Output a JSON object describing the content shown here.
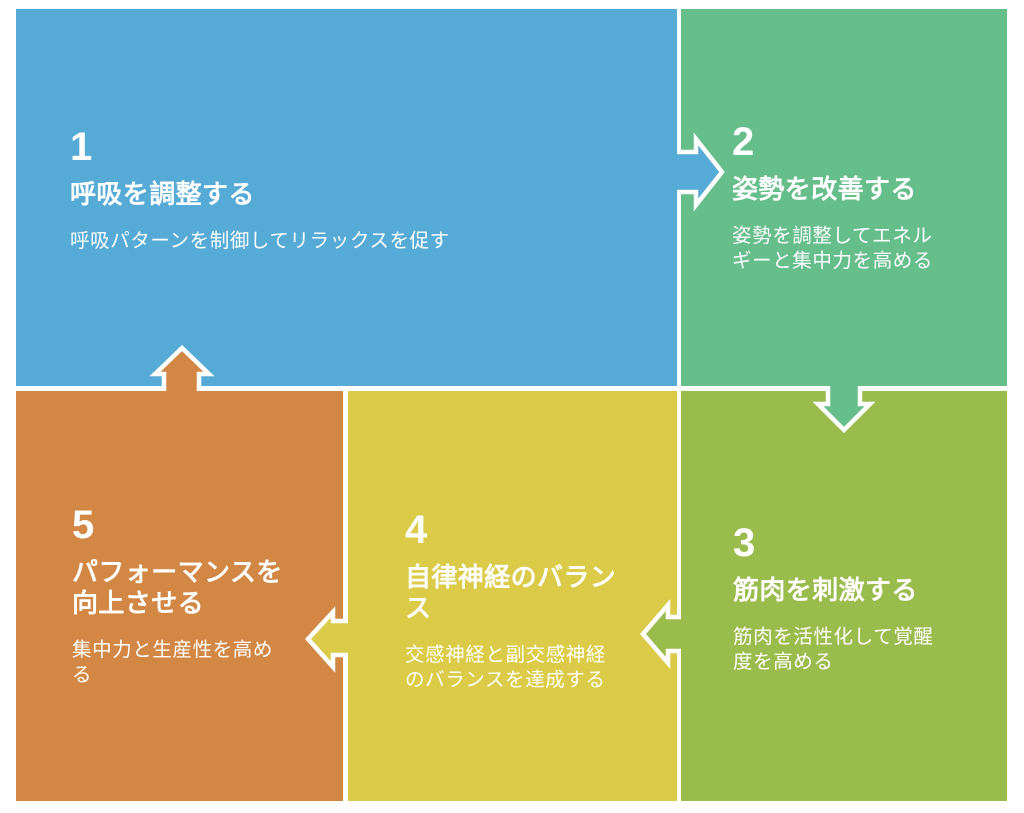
{
  "figure": {
    "type": "process-flow",
    "step_count": 5,
    "background": "#FFFFFF",
    "text_color": "#FFFFFF",
    "outline_color": "#FFFFFF"
  },
  "steps": [
    {
      "number": "1",
      "title": "呼吸を調整する",
      "description": "呼吸パターンを制御してリラックスを促す",
      "color": "#55AAD6"
    },
    {
      "number": "2",
      "title": "姿勢を改善する",
      "description": "姿勢を調整してエネル\nギーと集中力を高める",
      "color": "#66BE8B"
    },
    {
      "number": "3",
      "title": "筋肉を刺激する",
      "description": "筋肉を活性化して覚醒\n度を高める",
      "color": "#9ABC4D"
    },
    {
      "number": "4",
      "title": "自律神経のバラン\nス",
      "description": "交感神経と副交感神経\nのバランスを達成する",
      "color": "#DBCB49"
    },
    {
      "number": "5",
      "title": "パフォーマンスを\n向上させる",
      "description": "集中力と生産性を高め\nる",
      "color": "#D28844"
    }
  ],
  "arrows": [
    {
      "name": "arrow-1-to-2",
      "direction": "right",
      "from": "1",
      "to": "2",
      "color": "#55AAD6"
    },
    {
      "name": "arrow-2-to-3",
      "direction": "down",
      "from": "2",
      "to": "3",
      "color": "#66BE8B"
    },
    {
      "name": "arrow-3-to-4",
      "direction": "left",
      "from": "3",
      "to": "4",
      "color": "#9ABC4D"
    },
    {
      "name": "arrow-4-to-5",
      "direction": "left",
      "from": "4",
      "to": "5",
      "color": "#DBCB49"
    },
    {
      "name": "arrow-5-to-1",
      "direction": "up",
      "from": "5",
      "to": "1",
      "color": "#D28844"
    }
  ]
}
